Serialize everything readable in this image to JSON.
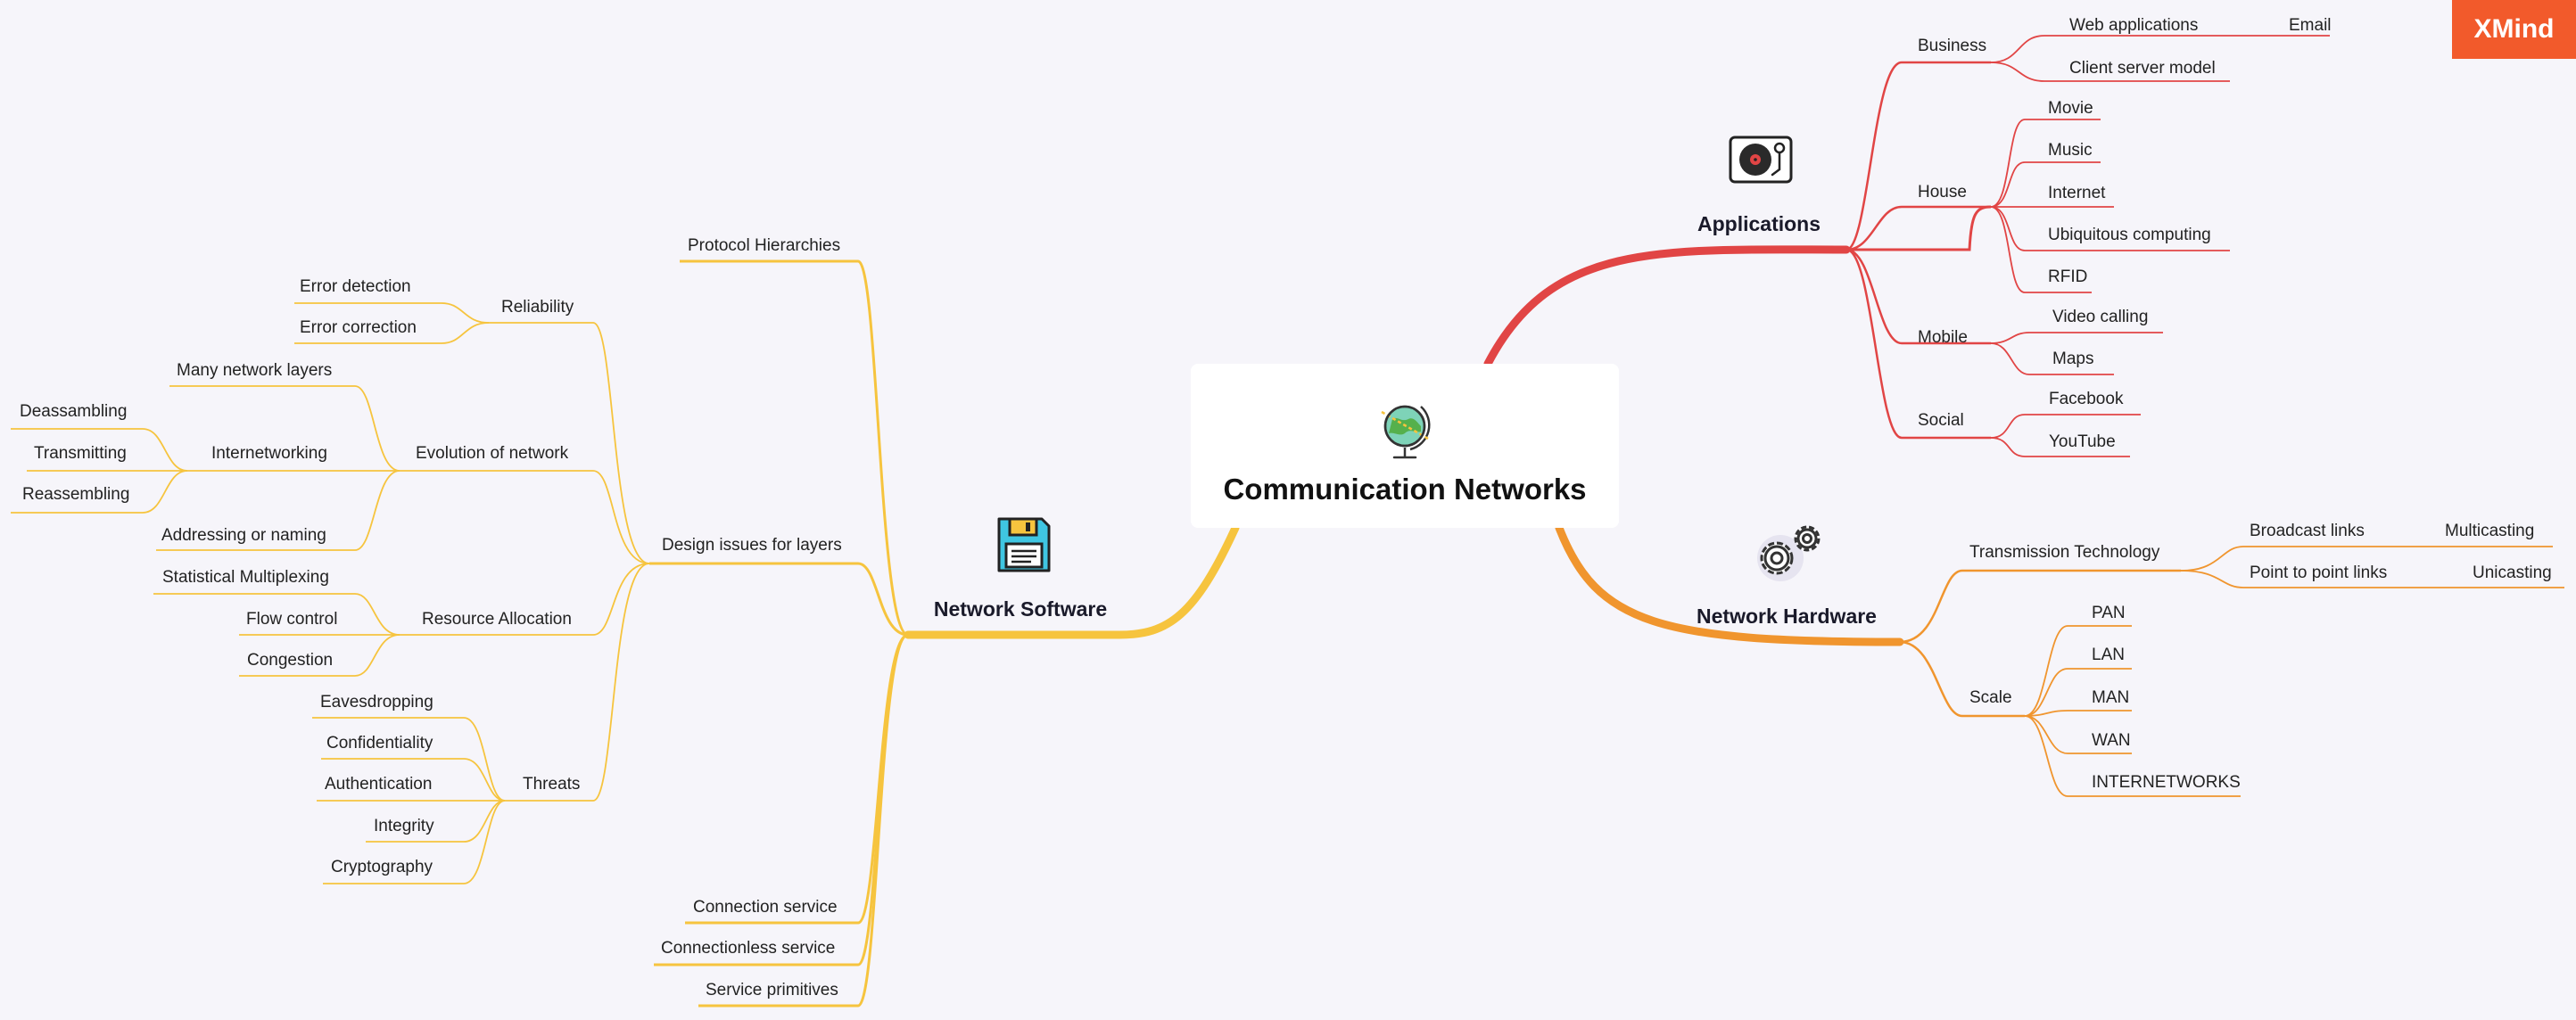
{
  "logo": "XMind",
  "central": {
    "title": "Communication Networks",
    "icon": "globe-icon"
  },
  "colors": {
    "applications": "#e14545",
    "hardware": "#f0952e",
    "software": "#f6c43e",
    "logo": "#f25a2b"
  },
  "applications": {
    "title": "Applications",
    "icon": "turntable-icon",
    "business": {
      "label": "Business",
      "web": "Web applications",
      "email": "Email",
      "client": "Client server model"
    },
    "house": {
      "label": "House",
      "items": [
        "Movie",
        "Music",
        "Internet",
        "Ubiquitous computing",
        "RFID"
      ]
    },
    "mobile": {
      "label": "Mobile",
      "items": [
        "Video calling",
        "Maps"
      ]
    },
    "social": {
      "label": "Social",
      "items": [
        "Facebook",
        "YouTube"
      ]
    }
  },
  "hardware": {
    "title": "Network Hardware",
    "icon": "gears-icon",
    "transmission": {
      "label": "Transmission Technology",
      "broadcast": "Broadcast links",
      "multicasting": "Multicasting",
      "p2p": "Point to point links",
      "unicasting": "Unicasting"
    },
    "scale": {
      "label": "Scale",
      "items": [
        "PAN",
        "LAN",
        "MAN",
        "WAN",
        "INTERNETWORKS"
      ]
    }
  },
  "software": {
    "title": "Network Software",
    "icon": "floppy-disk-icon",
    "protocol": "Protocol Hierarchies",
    "design": "Design issues for layers",
    "reliability": {
      "label": "Reliability",
      "items": [
        "Error detection",
        "Error correction"
      ]
    },
    "evolution": {
      "label": "Evolution of network",
      "many_layers": "Many network layers",
      "internetworking": "Internetworking",
      "inter_items": [
        "Deassambling",
        "Transmitting",
        "Reassembling"
      ],
      "addressing": "Addressing or naming"
    },
    "resource": {
      "label": "Resource Allocation",
      "items": [
        "Statistical Multiplexing",
        "Flow control",
        "Congestion"
      ]
    },
    "threats": {
      "label": "Threats",
      "items": [
        "Eavesdropping",
        "Confidentiality",
        "Authentication",
        "Integrity",
        "Cryptography"
      ]
    },
    "connection": "Connection service",
    "connectionless": "Connectionless service",
    "primitives": "Service primitives"
  }
}
